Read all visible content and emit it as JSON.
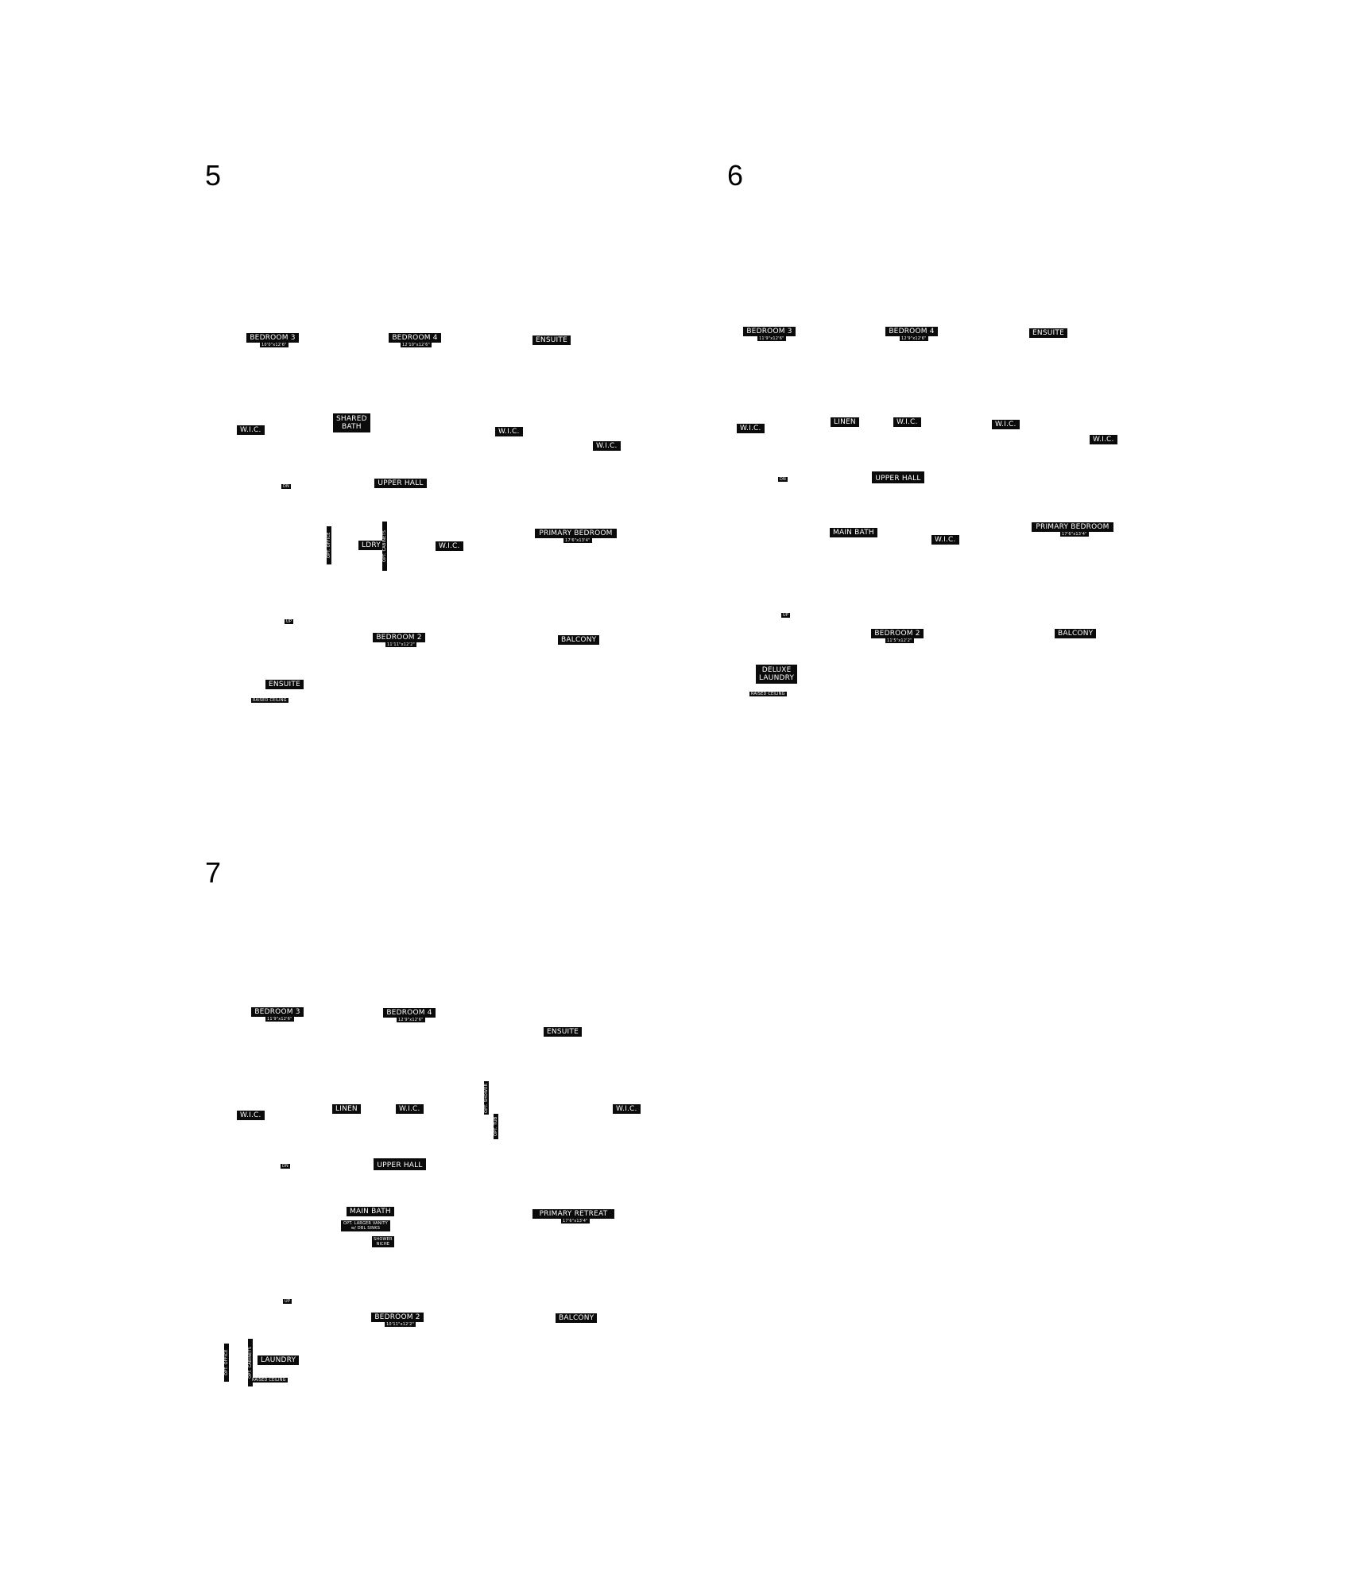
{
  "panels": [
    {
      "number": "5",
      "labels": {
        "bedroom3": {
          "name": "BEDROOM 3",
          "dim": "10'0\"x12'6\""
        },
        "bedroom4": {
          "name": "BEDROOM 4",
          "dim": "12'10\"x12'6\""
        },
        "ensuite_top": "ENSUITE",
        "wic_left": "W.I.C.",
        "shared_bath": "SHARED\nBATH",
        "wic_mid": "W.I.C.",
        "wic_right": "W.I.C.",
        "dn": "DN",
        "upper_hall": "UPPER HALL",
        "opt_vertical_1": "OPT. OFFICE",
        "ldry": "LDRY",
        "opt_vertical_2": "OPT. CABINETS",
        "wic_center": "W.I.C.",
        "primary_bedroom": {
          "name": "PRIMARY BEDROOM",
          "dim": "17'6\"x13'4\""
        },
        "up": "UP",
        "bedroom2": {
          "name": "BEDROOM 2",
          "dim": "11'11\"x12'2\""
        },
        "balcony": "BALCONY",
        "ensuite_bottom": "ENSUITE",
        "raised_ceiling": "RAISED CEILING"
      }
    },
    {
      "number": "6",
      "labels": {
        "bedroom3": {
          "name": "BEDROOM 3",
          "dim": "11'9\"x12'6\""
        },
        "bedroom4": {
          "name": "BEDROOM 4",
          "dim": "12'9\"x12'6\""
        },
        "ensuite_top": "ENSUITE",
        "wic_left": "W.I.C.",
        "linen": "LINEN",
        "wic_mid": "W.I.C.",
        "wic_right1": "W.I.C.",
        "wic_right2": "W.I.C.",
        "dn": "DN",
        "upper_hall": "UPPER HALL",
        "main_bath": "MAIN BATH",
        "wic_center": "W.I.C.",
        "primary_bedroom": {
          "name": "PRIMARY BEDROOM",
          "dim": "17'6\"x13'4\""
        },
        "up": "UP",
        "bedroom2": {
          "name": "BEDROOM 2",
          "dim": "11'5\"x12'2\""
        },
        "balcony": "BALCONY",
        "deluxe_laundry": "DELUXE\nLAUNDRY",
        "raised_ceiling": "RAISED CEILING"
      }
    },
    {
      "number": "7",
      "labels": {
        "bedroom3": {
          "name": "BEDROOM 3",
          "dim": "11'9\"x12'6\""
        },
        "bedroom4": {
          "name": "BEDROOM 4",
          "dim": "12'9\"x12'6\""
        },
        "ensuite_top": "ENSUITE",
        "wic_left": "W.I.C.",
        "linen": "LINEN",
        "wic_mid": "W.I.C.",
        "opt_vertical_1": "OPT. SHOWER",
        "opt_vertical_2": "OPT. TUB",
        "wic_right": "W.I.C.",
        "dn": "DN",
        "upper_hall": "UPPER HALL",
        "main_bath": "MAIN BATH",
        "opt_vanity": "OPT. LARGER VANITY\nw/ DBL SINKS",
        "shower_niche": "SHOWER\nNICHE",
        "primary_retreat": {
          "name": "PRIMARY RETREAT",
          "dim": "17'6\"x13'4\""
        },
        "up": "UP",
        "bedroom2": {
          "name": "BEDROOM 2",
          "dim": "10'11\"x12'2\""
        },
        "balcony": "BALCONY",
        "opt_vertical_3": "OPT. OFFICE",
        "opt_vertical_4": "OPT. CABINETS",
        "laundry": "LAUNDRY",
        "raised_ceiling": "RAISED CEILING"
      }
    }
  ]
}
